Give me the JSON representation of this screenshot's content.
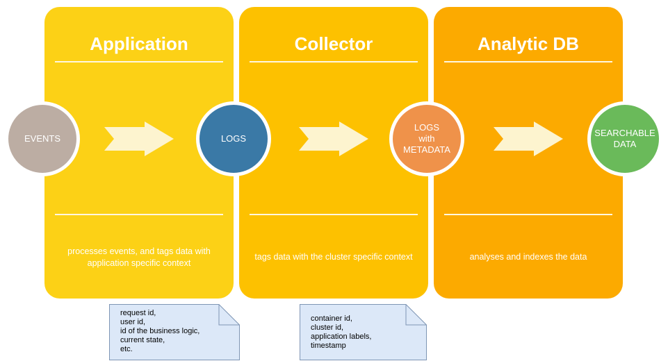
{
  "colors": {
    "application_panel": "#fcd116",
    "collector_panel": "#fdc100",
    "analytic_panel": "#fcaa00",
    "events_circle": "#bcada3",
    "logs_circle": "#3a79a6",
    "logs_metadata_circle": "#ef924a",
    "searchable_circle": "#6aba5a",
    "arrow": "#fdf4cf",
    "note_fill": "#dce8f8",
    "note_border": "#7e95b4"
  },
  "panels": [
    {
      "title": "Application",
      "description": "processes events, and tags data with application specific context"
    },
    {
      "title": "Collector",
      "description": "tags data with the cluster specific context"
    },
    {
      "title": "Analytic DB",
      "description": "analyses and indexes the data"
    }
  ],
  "nodes": {
    "events": "EVENTS",
    "logs": "LOGS",
    "logs_metadata": "LOGS\nwith\nMETADATA",
    "searchable": "SEARCHABLE\nDATA"
  },
  "notes": {
    "application": "request id,\nuser id,\nid of the business logic,\ncurrent state,\netc.",
    "collector": "container id,\ncluster id,\napplication labels,\ntimestamp"
  }
}
